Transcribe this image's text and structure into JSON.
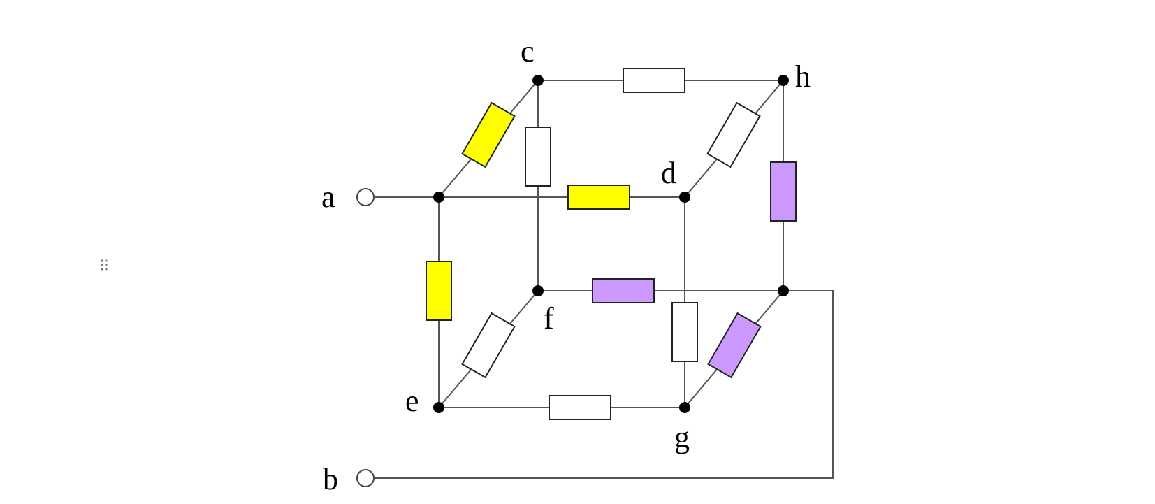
{
  "diagram": {
    "type": "resistor-cube-network",
    "colors": {
      "white": "#ffffff",
      "yellow": "#ffff00",
      "purple": "#cc99ff",
      "wire": "#555555",
      "junction": "#000000"
    },
    "icons": {
      "drag_handle": "drag-handle-icon"
    },
    "labels": {
      "a": "a",
      "b": "b",
      "c": "c",
      "d": "d",
      "e": "e",
      "f": "f",
      "g": "g",
      "h": "h"
    },
    "resistors": [
      {
        "id": "a-c",
        "from": "a",
        "to": "c",
        "color": "yellow"
      },
      {
        "id": "a-d",
        "from": "a",
        "to": "d",
        "color": "yellow"
      },
      {
        "id": "a-e",
        "from": "a",
        "to": "e",
        "color": "yellow"
      },
      {
        "id": "c-h",
        "from": "c",
        "to": "h",
        "color": "white"
      },
      {
        "id": "c-f",
        "from": "c",
        "to": "f",
        "color": "white"
      },
      {
        "id": "d-h",
        "from": "d",
        "to": "h",
        "color": "white"
      },
      {
        "id": "d-g",
        "from": "d",
        "to": "g",
        "color": "white"
      },
      {
        "id": "e-f",
        "from": "e",
        "to": "f",
        "color": "white"
      },
      {
        "id": "e-g",
        "from": "e",
        "to": "g",
        "color": "white"
      },
      {
        "id": "h-b",
        "from": "h",
        "to": "b",
        "color": "purple"
      },
      {
        "id": "f-b",
        "from": "f",
        "to": "b",
        "color": "purple"
      },
      {
        "id": "g-b",
        "from": "g",
        "to": "b",
        "color": "purple"
      }
    ]
  }
}
